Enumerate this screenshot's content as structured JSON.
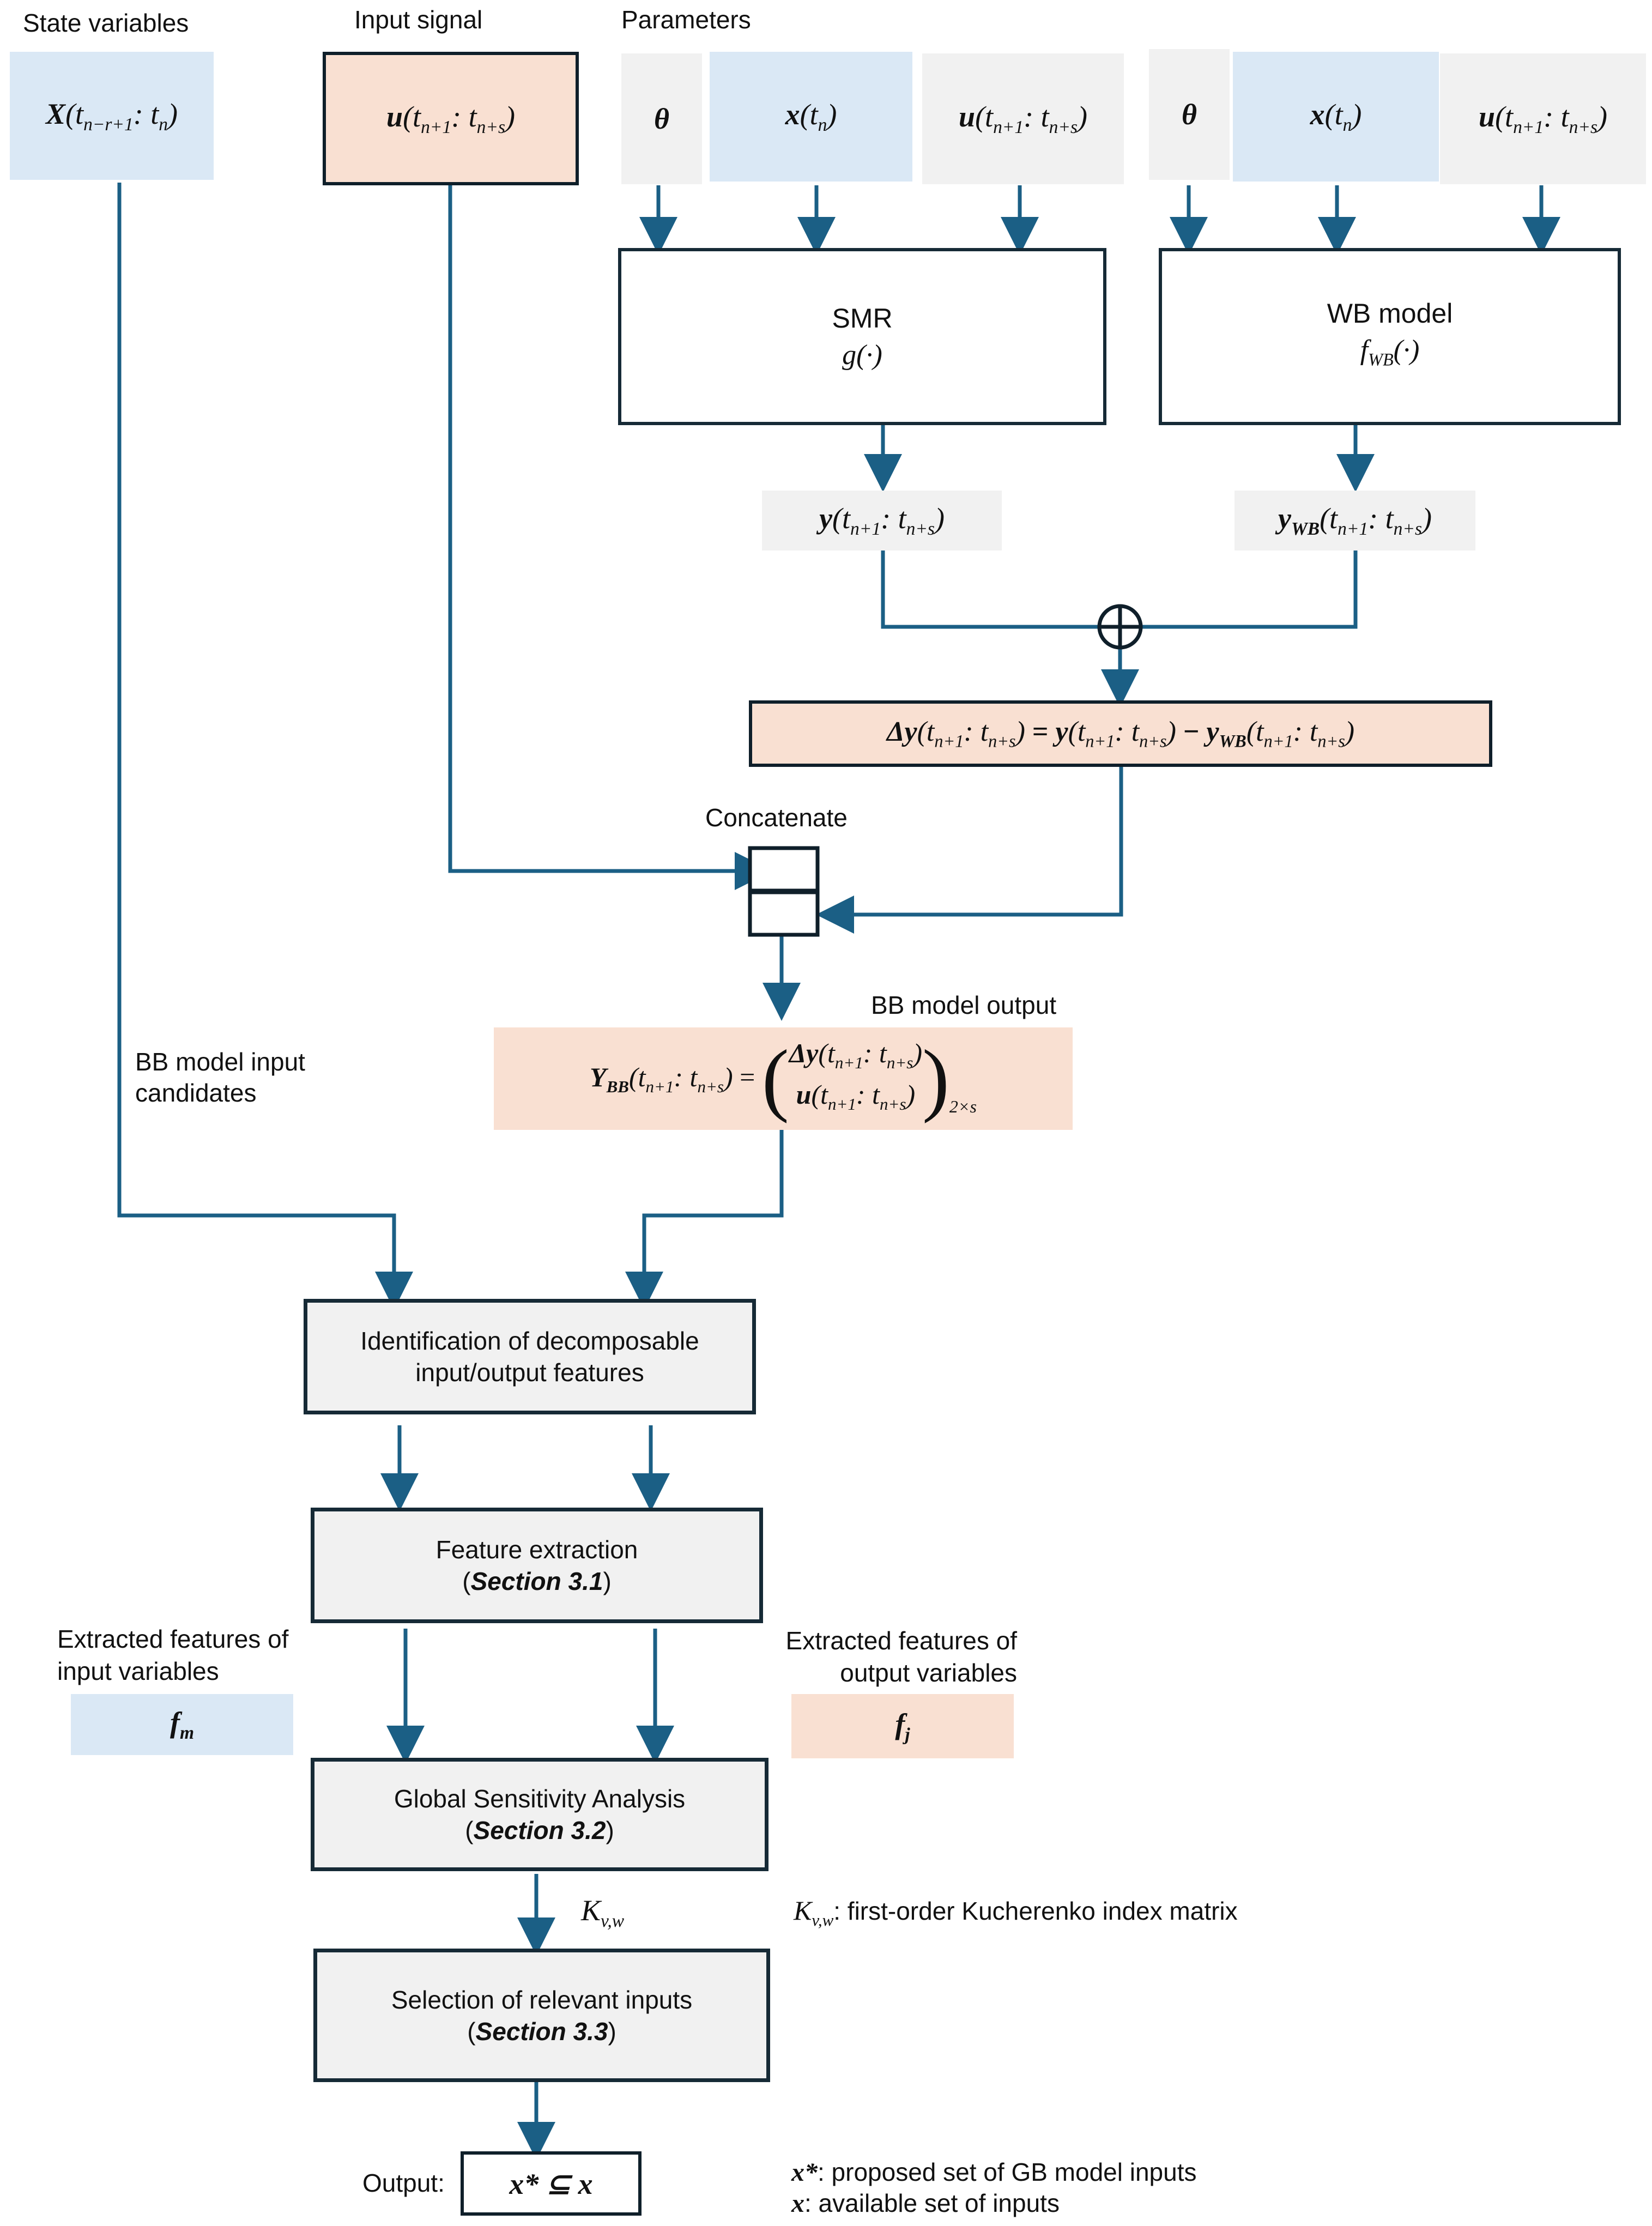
{
  "labels": {
    "state_variables": "State variables",
    "input_signal": "Input signal",
    "parameters": "Parameters",
    "concatenate": "Concatenate",
    "bb_model_output": "BB model output",
    "bb_input_candidates_1": "BB model input",
    "bb_input_candidates_2": "candidates",
    "extracted_inputs_1": "Extracted features of",
    "extracted_inputs_2": "input variables",
    "extracted_outputs_1": "Extracted features of",
    "extracted_outputs_2": "output variables",
    "output_label": "Output:"
  },
  "math": {
    "state_X": "X(tₙ₋ᵣ₊₁: tₙ)",
    "input_u": "u(tₙ₊₁: tₙ₊ₛ)",
    "theta": "θ",
    "x_tn": "x(tₙ)",
    "u_param": "u(tₙ₊₁: tₙ₊ₛ)",
    "y_smr": "y(tₙ₊₁: tₙ₊ₛ)",
    "y_wb": "y_WB(tₙ₊₁: tₙ₊ₛ)",
    "delta_y": "Δy(tₙ₊₁: tₙ₊ₛ) = y(tₙ₊₁: tₙ₊ₛ) − y_WB(tₙ₊₁: tₙ₊ₛ)",
    "Y_bb": "Y_BB(tₙ₊₁: tₙ₊ₛ) = (Δy(tₙ₊₁: tₙ₊ₛ); u(tₙ₊₁: tₙ₊ₛ))₂ₓₛ",
    "f_m": "f_m",
    "f_j": "f_j",
    "K_vw": "K_v,w",
    "output_set": "x* ⊆ x"
  },
  "models": {
    "smr_title": "SMR",
    "smr_func": "g(·)",
    "wb_title": "WB model",
    "wb_func": "f_WB(·)"
  },
  "process": {
    "identification_1": "Identification of decomposable",
    "identification_2": "input/output features",
    "feature_extraction": "Feature extraction",
    "feature_extraction_section": "Section 3.1",
    "gsa": "Global Sensitivity Analysis",
    "gsa_section": "Section 3.2",
    "selection": "Selection of relevant inputs",
    "selection_section": "Section 3.3"
  },
  "legend": {
    "kvw_desc": ": first-order Kucherenko index matrix",
    "xstar_desc": ": proposed set of GB model inputs",
    "x_desc": ": available set of inputs"
  },
  "colors": {
    "arrow": "#1b5f85",
    "state_fill": "#dae8f5",
    "output_fill": "#f9e0d2",
    "neutral_fill": "#f1f1f1",
    "border": "#162a36"
  }
}
